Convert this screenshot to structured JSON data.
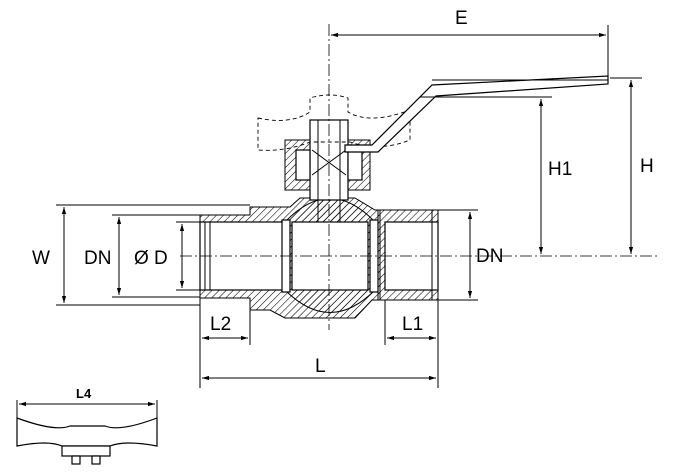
{
  "labels": {
    "E": "E",
    "H1": "H1",
    "H": "H",
    "W": "W",
    "DN_left": "DN",
    "D": "Ø D",
    "DN_right": "DN",
    "L2": "L2",
    "L1": "L1",
    "L": "L",
    "L4": "L4"
  }
}
